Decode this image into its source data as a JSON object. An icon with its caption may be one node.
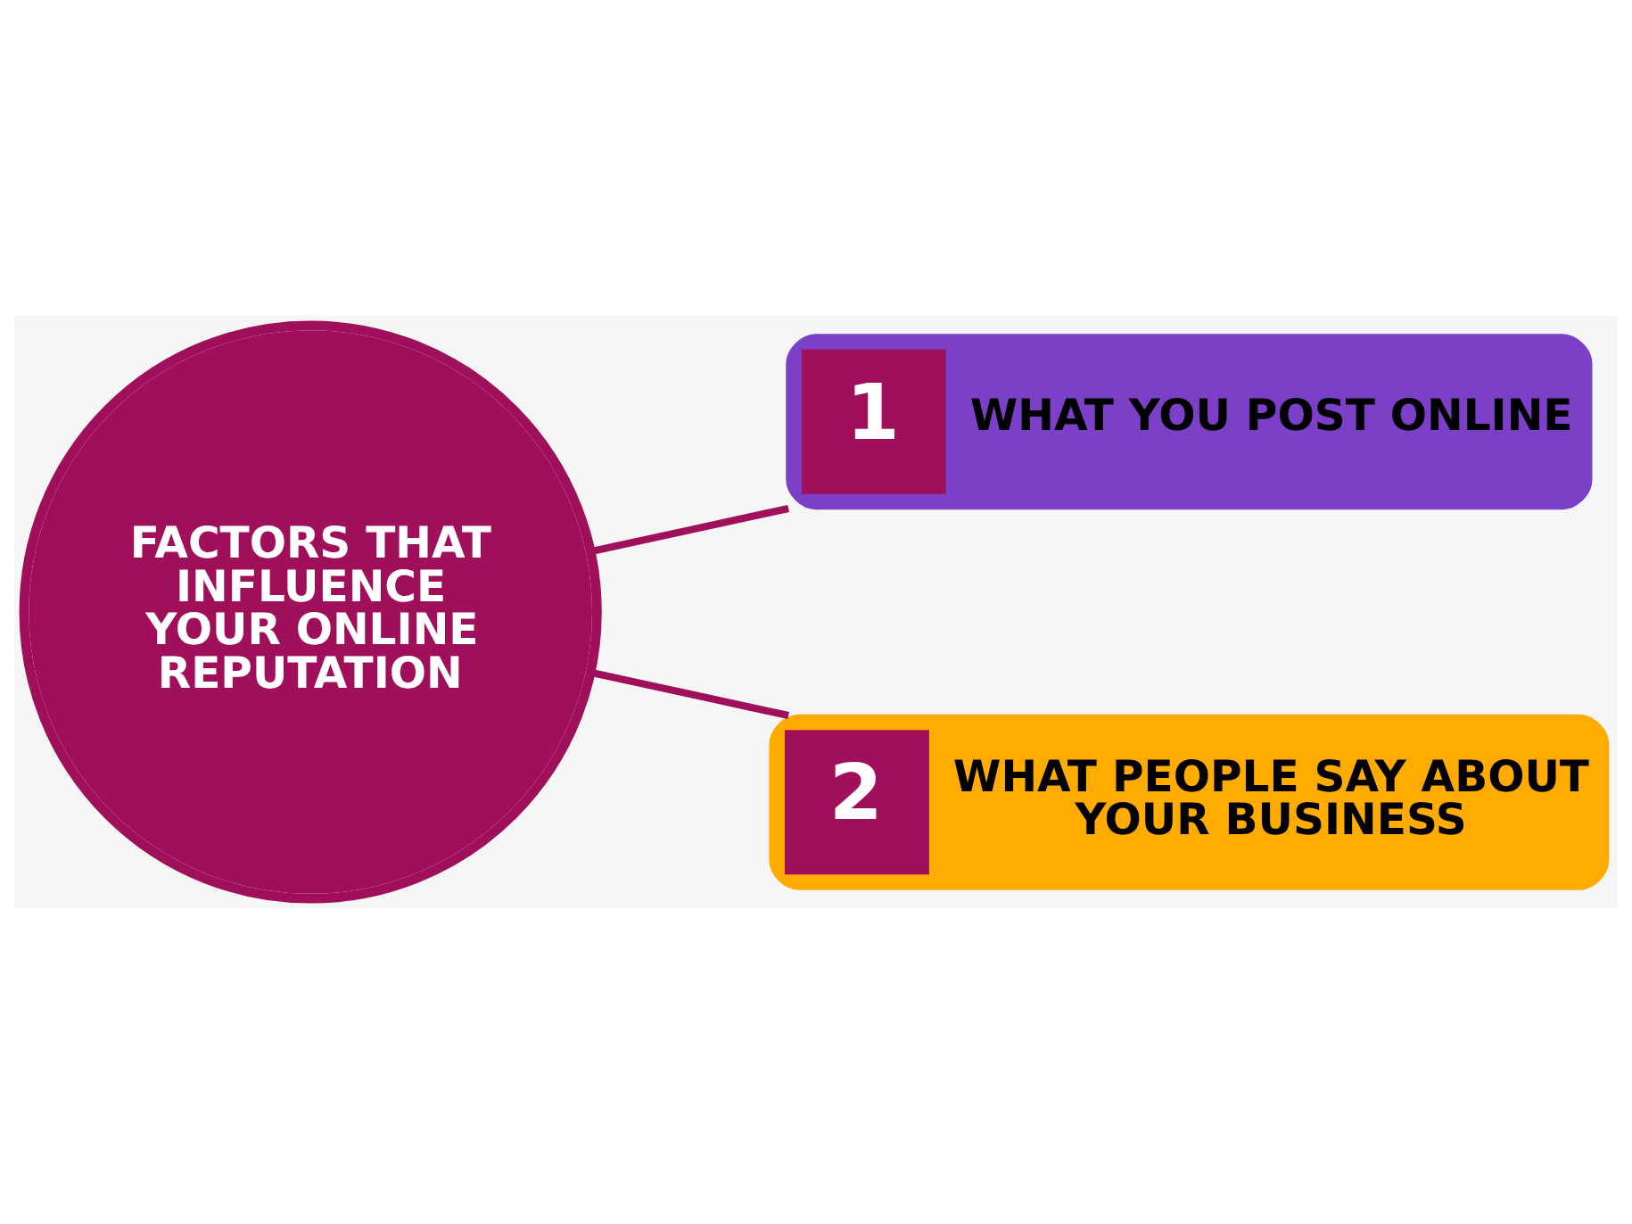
{
  "diagram": {
    "nodes": [
      {
        "text": [
          "FACTORS THAT INFLUENCE YOUR ONLINE REPUTATION"
        ]
      },
      {
        "text": [
          "1",
          "WHAT YOU POST ONLINE"
        ]
      },
      {
        "text": [
          "2",
          "WHAT PEOPLE SAY ABOUT YOUR BUSINESS"
        ]
      }
    ],
    "edges": [
      {
        "from": 0,
        "to": 1,
        "arrow": "none"
      },
      {
        "from": 0,
        "to": 2,
        "arrow": "none"
      }
    ]
  }
}
